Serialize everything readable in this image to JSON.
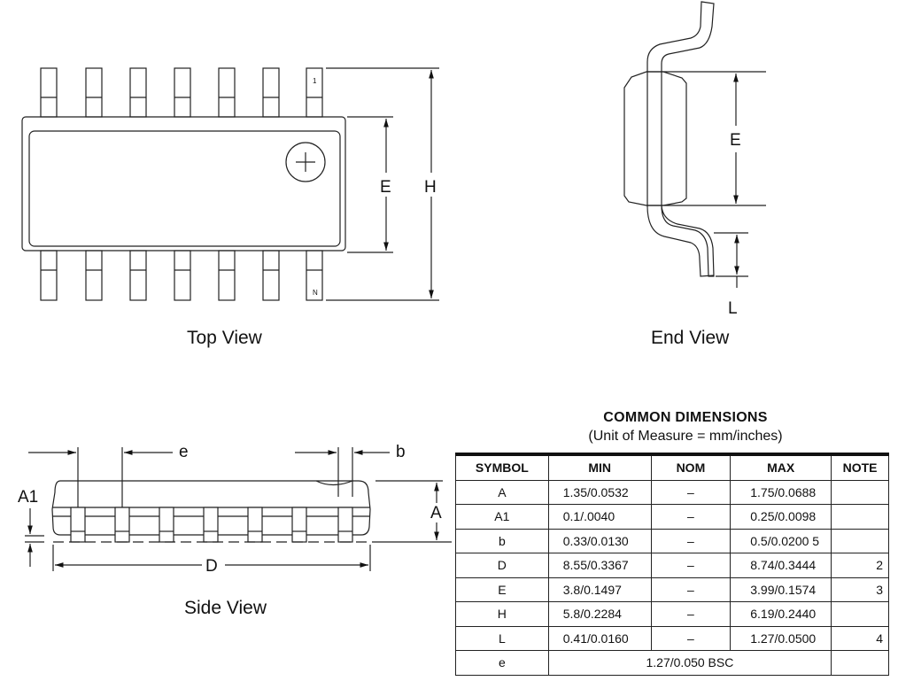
{
  "views": {
    "top": "Top View",
    "end": "End View",
    "side": "Side View"
  },
  "dim_labels": {
    "E": "E",
    "H": "H",
    "L": "L",
    "e": "e",
    "b": "b",
    "A": "A",
    "A1": "A1",
    "D": "D",
    "pin1": "1",
    "pinN": "N"
  },
  "table": {
    "title": "COMMON DIMENSIONS",
    "subtitle": "(Unit of Measure = mm/inches)",
    "headers": [
      "SYMBOL",
      "MIN",
      "NOM",
      "MAX",
      "NOTE"
    ],
    "rows": [
      {
        "symbol": "A",
        "min": "1.35/0.0532",
        "nom": "–",
        "max": "1.75/0.0688",
        "note": ""
      },
      {
        "symbol": "A1",
        "min": "0.1/.0040",
        "nom": "–",
        "max": "0.25/0.0098",
        "note": ""
      },
      {
        "symbol": "b",
        "min": "0.33/0.0130",
        "nom": "–",
        "max": "0.5/0.0200 5",
        "note": ""
      },
      {
        "symbol": "D",
        "min": "8.55/0.3367",
        "nom": "–",
        "max": "8.74/0.3444",
        "note": "2"
      },
      {
        "symbol": "E",
        "min": "3.8/0.1497",
        "nom": "–",
        "max": "3.99/0.1574",
        "note": "3"
      },
      {
        "symbol": "H",
        "min": "5.8/0.2284",
        "nom": "–",
        "max": "6.19/0.2440",
        "note": ""
      },
      {
        "symbol": "L",
        "min": "0.41/0.0160",
        "nom": "–",
        "max": "1.27/0.0500",
        "note": "4"
      }
    ],
    "last_row": {
      "symbol": "e",
      "value": "1.27/0.050 BSC",
      "note": ""
    }
  }
}
